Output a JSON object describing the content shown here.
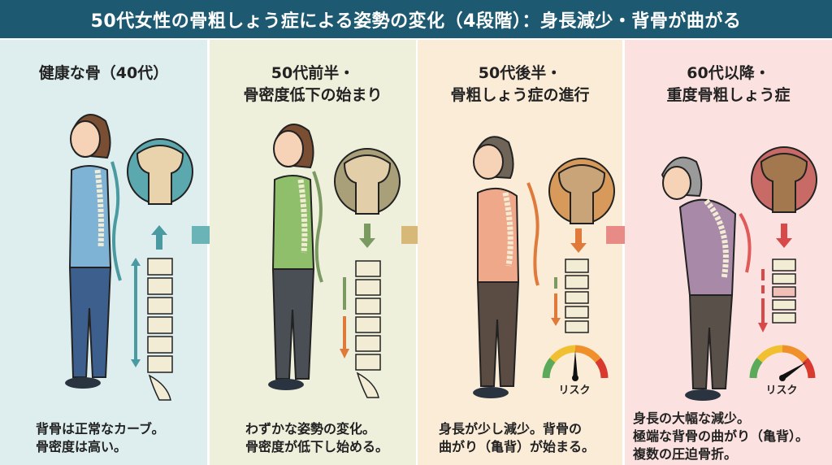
{
  "title": "50代女性の骨粗しょう症による姿勢の変化（4段階）：身長減少・背骨が曲がる",
  "colors": {
    "header": "#1d5a72",
    "stage1": "#4a9aa2",
    "stage2": "#7a9a62",
    "stage3": "#e07a3a",
    "stage4": "#d84a4a"
  },
  "stages": [
    {
      "title_line1": "健康な骨（40代）",
      "title_line2": "",
      "desc_lines": [
        "背骨は正常なカーブ。",
        "骨密度は高い。"
      ],
      "bg": "#deeeee",
      "arrow": "up"
    },
    {
      "title_line1": "50代前半・",
      "title_line2": "骨密度低下の始まり",
      "desc_lines": [
        "わずかな姿勢の変化。",
        "骨密度が低下し始める。"
      ],
      "bg": "#eef0dc",
      "arrow": "down"
    },
    {
      "title_line1": "50代後半・",
      "title_line2": "骨粗しょう症の進行",
      "desc_lines": [
        "身長が少し減少。背骨の",
        "曲がり（亀背）が始まる。"
      ],
      "bg": "#fbecd8",
      "arrow": "down",
      "risk_label": "リスク",
      "risk_level": "medium-high"
    },
    {
      "title_line1": "60代以降・",
      "title_line2": "重度骨粗しょう症",
      "desc_lines": [
        "身長の大幅な減少。",
        "極端な背骨の曲がり（亀背）。",
        "複数の圧迫骨折。"
      ],
      "bg": "#fbe2e0",
      "arrow": "down",
      "risk_label": "リスク",
      "risk_level": "high"
    }
  ],
  "icons": [
    "woman-figure",
    "bone-cross-section",
    "spine-vertebrae",
    "arrow-right",
    "risk-gauge"
  ]
}
